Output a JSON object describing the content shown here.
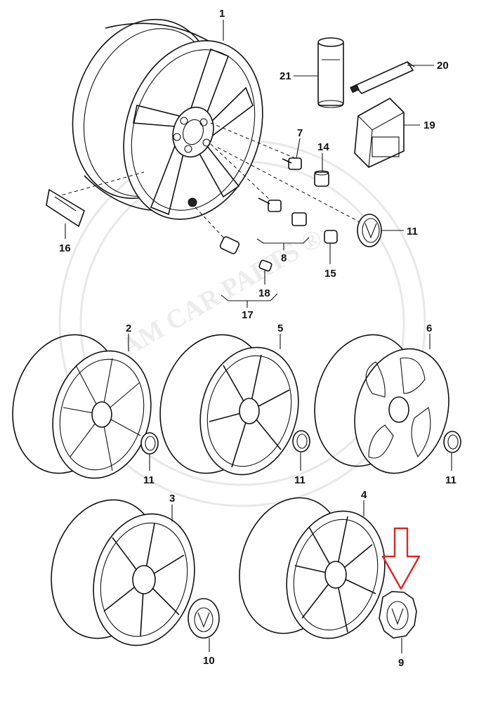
{
  "callouts": {
    "c1": "1",
    "c2": "2",
    "c3": "3",
    "c4": "4",
    "c5": "5",
    "c6": "6",
    "c7": "7",
    "c8": "8",
    "c9": "9",
    "c10": "10",
    "c11a": "11",
    "c11b": "11",
    "c11c": "11",
    "c11d": "11",
    "c14": "14",
    "c15": "15",
    "c16": "16",
    "c17": "17",
    "c18": "18",
    "c19": "19",
    "c20": "20",
    "c21": "21"
  },
  "watermark": {
    "text": "AM CAR PARTS ®"
  },
  "highlight": {
    "color": "#d62828",
    "target_callout": "9"
  }
}
